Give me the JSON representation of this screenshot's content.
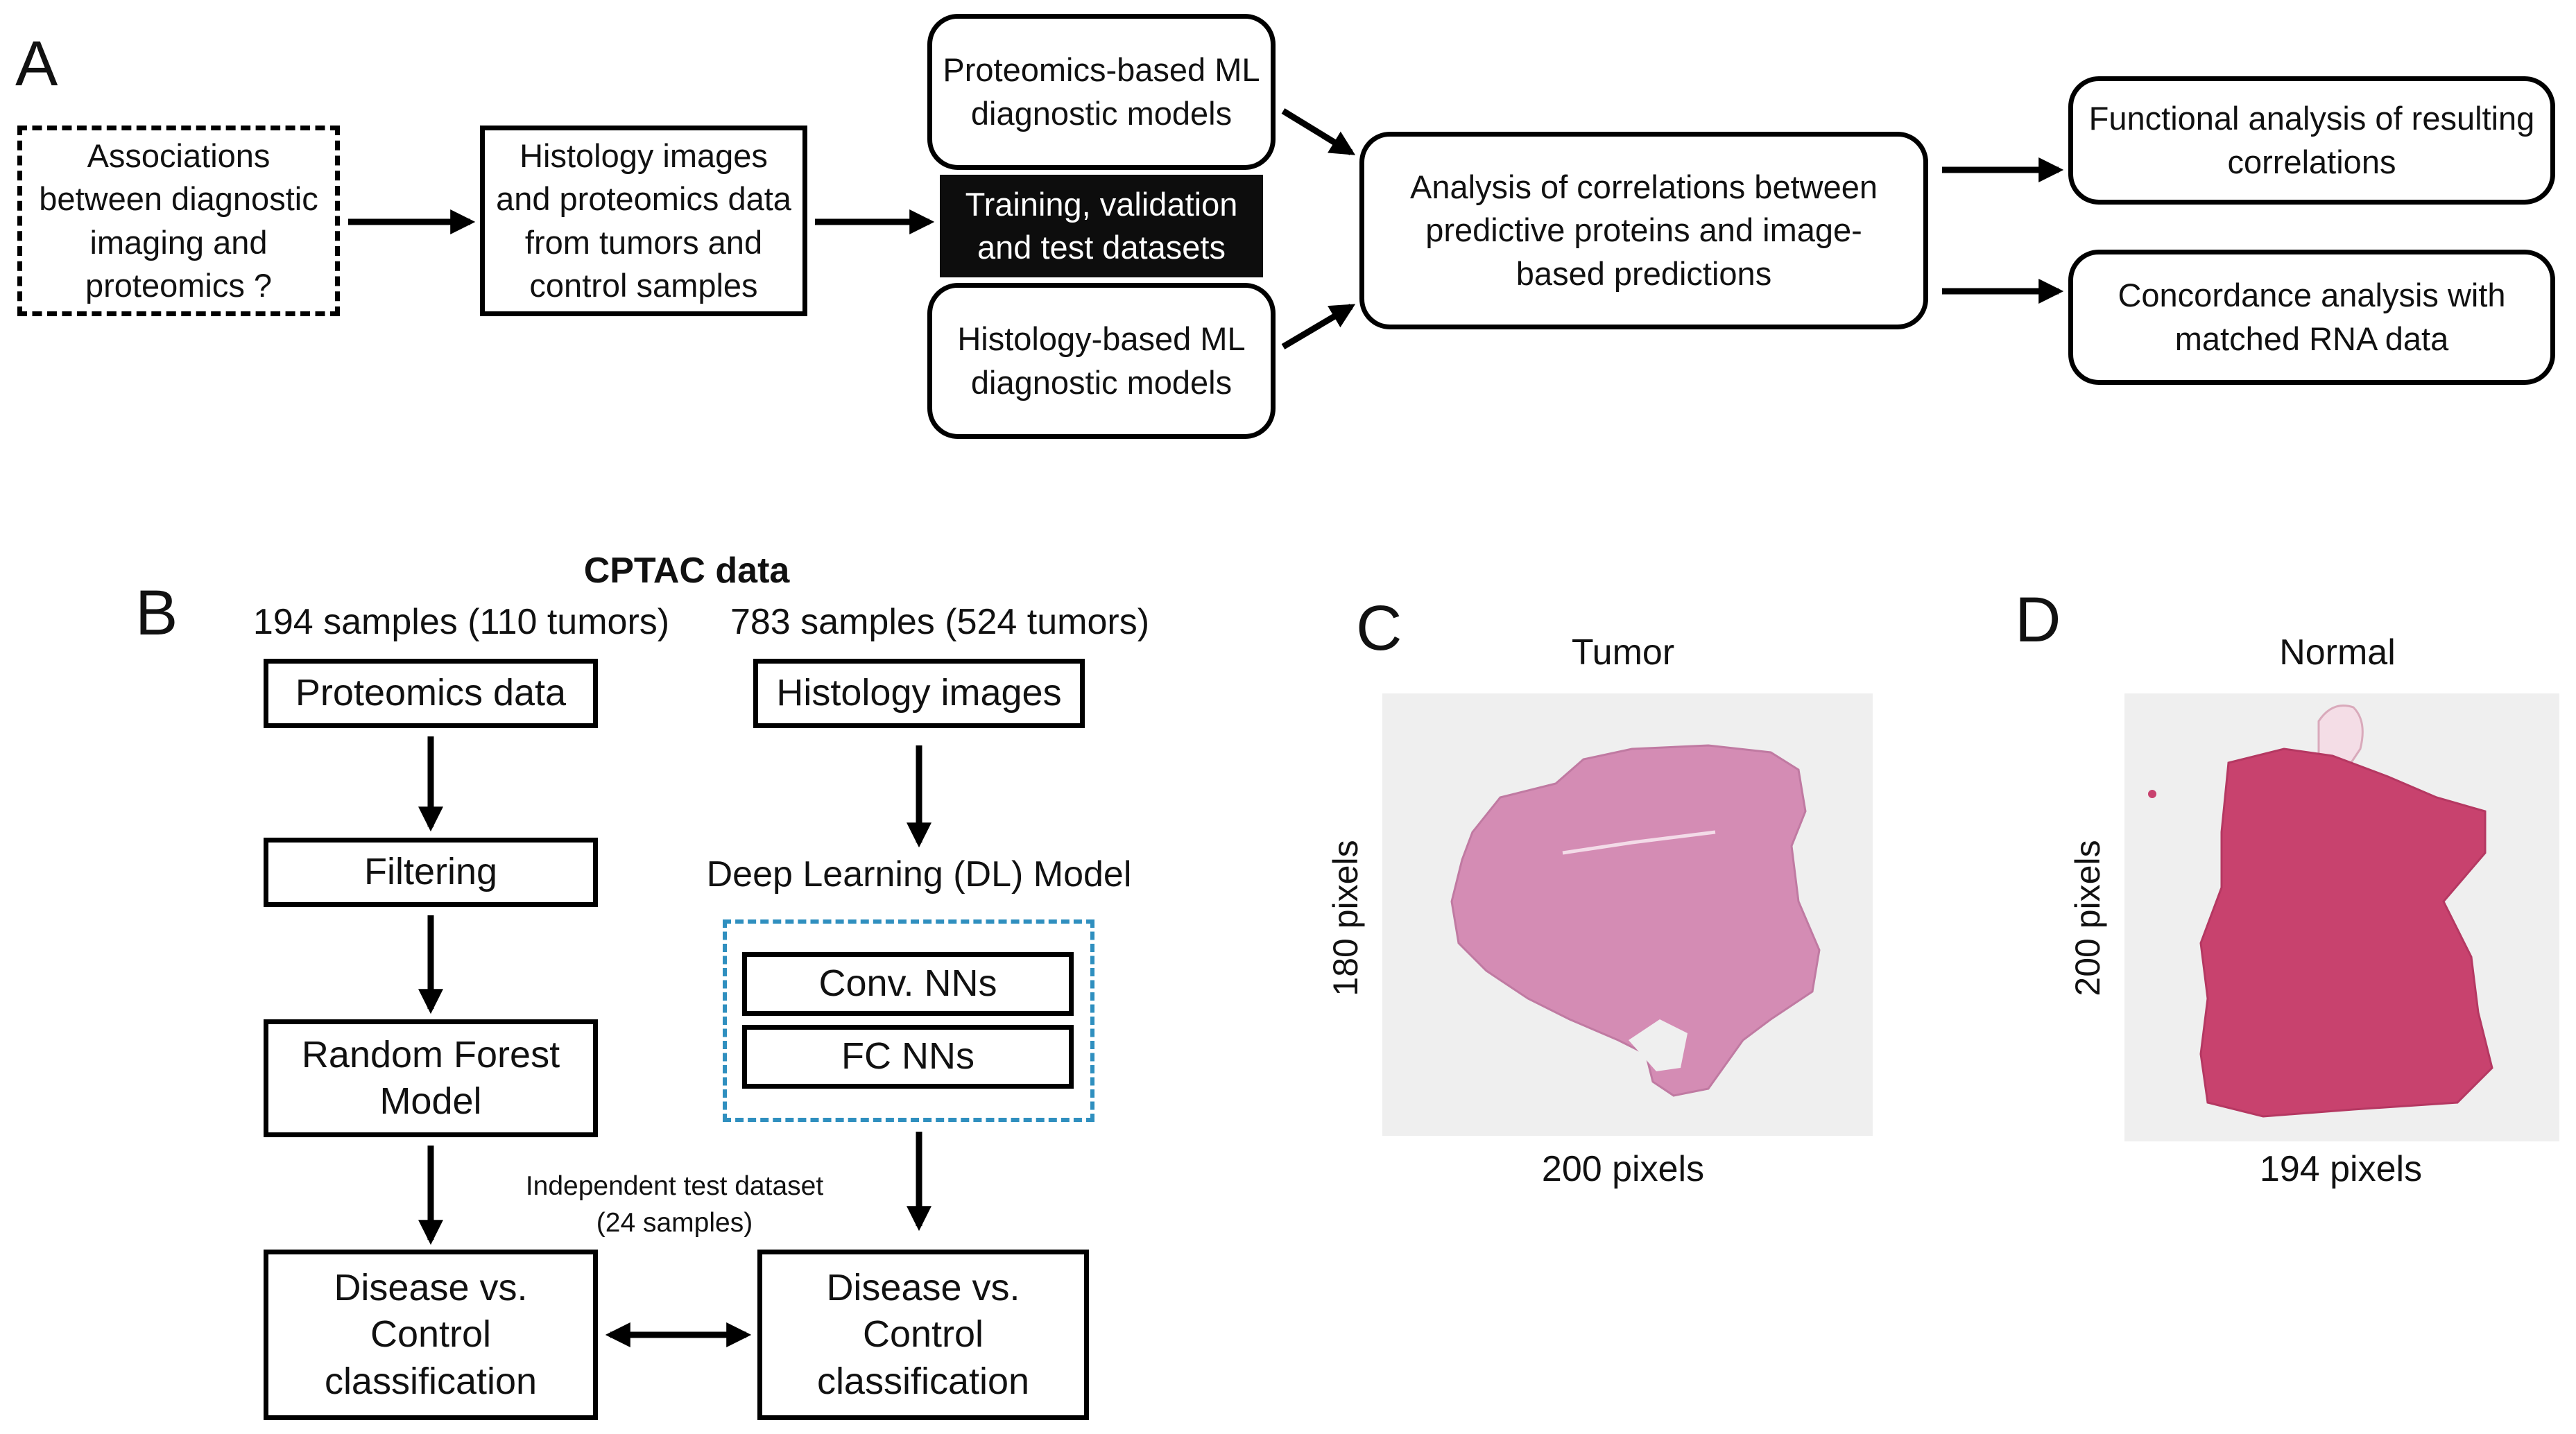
{
  "panel_a": {
    "letter": "A",
    "associations": "Associations between diagnostic imaging and proteomics ?",
    "data_sources": "Histology images and proteomics data from tumors and control samples",
    "proteomics_models": "Proteomics-based ML diagnostic models",
    "datasets": "Training, validation and test datasets",
    "histology_models": "Histology-based ML diagnostic models",
    "correlation_analysis": "Analysis of correlations between predictive proteins and image-based predictions",
    "functional_analysis": "Functional analysis of resulting correlations",
    "concordance_analysis": "Concordance analysis with matched RNA data"
  },
  "panel_b": {
    "letter": "B",
    "title": "CPTAC data",
    "left_samples": "194 samples (110 tumors)",
    "right_samples": "783 samples (524 tumors)",
    "proteomics_data": "Proteomics data",
    "filtering": "Filtering",
    "random_forest": "Random Forest Model",
    "classification_left": "Disease vs. Control classification",
    "histology_images": "Histology images",
    "dl_model": "Deep Learning (DL) Model",
    "conv_nns": "Conv. NNs",
    "fc_nns": "FC NNs",
    "classification_right": "Disease vs. Control classification",
    "independent_test": "Independent test dataset",
    "independent_count": "(24 samples)",
    "dashed_box_color": "#2f8fbf"
  },
  "panel_c": {
    "letter": "C",
    "title": "Tumor",
    "height_label": "180 pixels",
    "width_label": "200 pixels",
    "tissue_color": "#d48cb4"
  },
  "panel_d": {
    "letter": "D",
    "title": "Normal",
    "height_label": "200 pixels",
    "width_label": "194 pixels",
    "tissue_color": "#c8426e"
  }
}
